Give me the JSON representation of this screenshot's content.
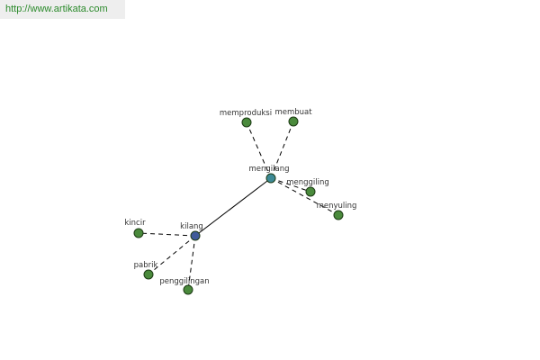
{
  "url_banner": "http://www.artikata.com",
  "colors": {
    "leaf_node": "#4a8a3c",
    "kilang_node": "#3f5a9a",
    "mengilang_node": "#3d8a96",
    "node_stroke": "#1c3a14"
  },
  "nodes": {
    "kilang": "kilang",
    "mengilang": "mengilang",
    "kincir": "kincir",
    "pabrik": "pabrik",
    "penggilingan": "penggilingan",
    "memproduksi": "memproduksi",
    "membuat": "membuat",
    "menggiling": "menggiling",
    "menyuling": "menyuling"
  }
}
